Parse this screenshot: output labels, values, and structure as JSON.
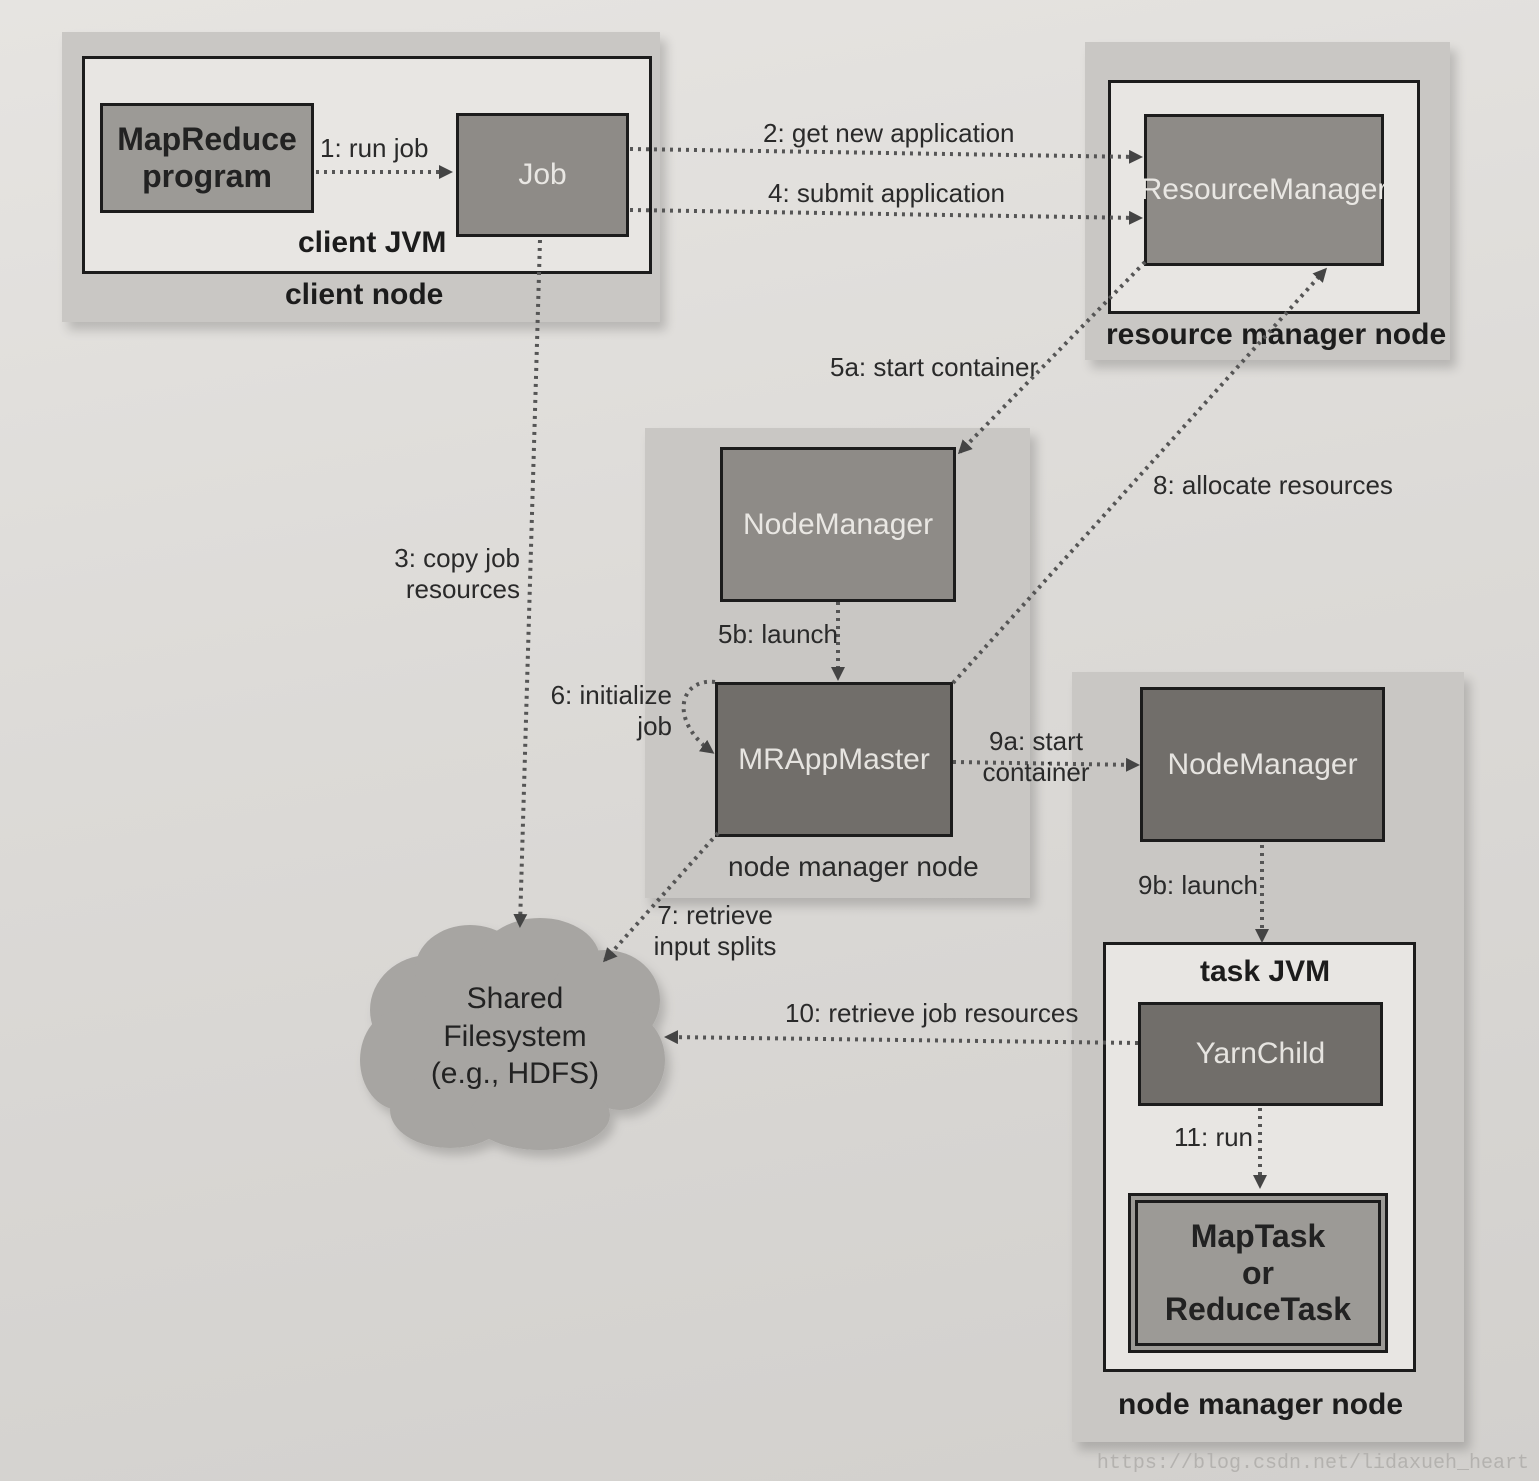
{
  "client_node": {
    "caption": "client node",
    "jvm_caption": "client JVM",
    "mapreduce_program": [
      "MapReduce",
      "program"
    ],
    "job": "Job"
  },
  "resource_manager_node": {
    "caption": "resource manager node",
    "resource_manager": "ResourceManager"
  },
  "node_manager_node_1": {
    "caption": "node manager node",
    "node_manager": "NodeManager",
    "app_master": "MRAppMaster"
  },
  "node_manager_node_2": {
    "caption": "node manager node",
    "node_manager": "NodeManager",
    "jvm_caption": "task JVM",
    "yarn_child": "YarnChild",
    "task": [
      "MapTask",
      "or",
      "ReduceTask"
    ]
  },
  "shared_fs": [
    "Shared",
    "Filesystem",
    "(e.g., HDFS)"
  ],
  "steps": {
    "s1": "1: run job",
    "s2": "2: get new application",
    "s3": [
      "3: copy job",
      "resources"
    ],
    "s4": "4: submit application",
    "s5a": "5a: start container",
    "s5b": "5b: launch",
    "s6": [
      "6: initialize",
      "job"
    ],
    "s7": [
      "7: retrieve",
      "input splits"
    ],
    "s8": "8: allocate resources",
    "s9a": [
      "9a: start",
      "container"
    ],
    "s9b": "9b: launch",
    "s10": "10: retrieve job resources",
    "s11": "11: run"
  },
  "watermark": "https://blog.csdn.net/lidaxueh_heart"
}
